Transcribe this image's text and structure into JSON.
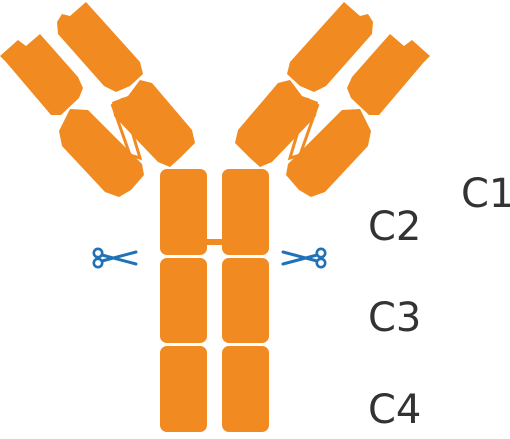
{
  "diagram": {
    "colors": {
      "domain": "#F08A21",
      "scissors": "#1F72B8",
      "label_text": "#333333",
      "background": "#FFFFFF"
    },
    "icons": {
      "cleavage_left": "scissors-icon",
      "cleavage_right": "scissors-icon"
    },
    "labels": {
      "c1": "C1",
      "c2": "C2",
      "c3": "C3",
      "c4": "C4"
    }
  }
}
